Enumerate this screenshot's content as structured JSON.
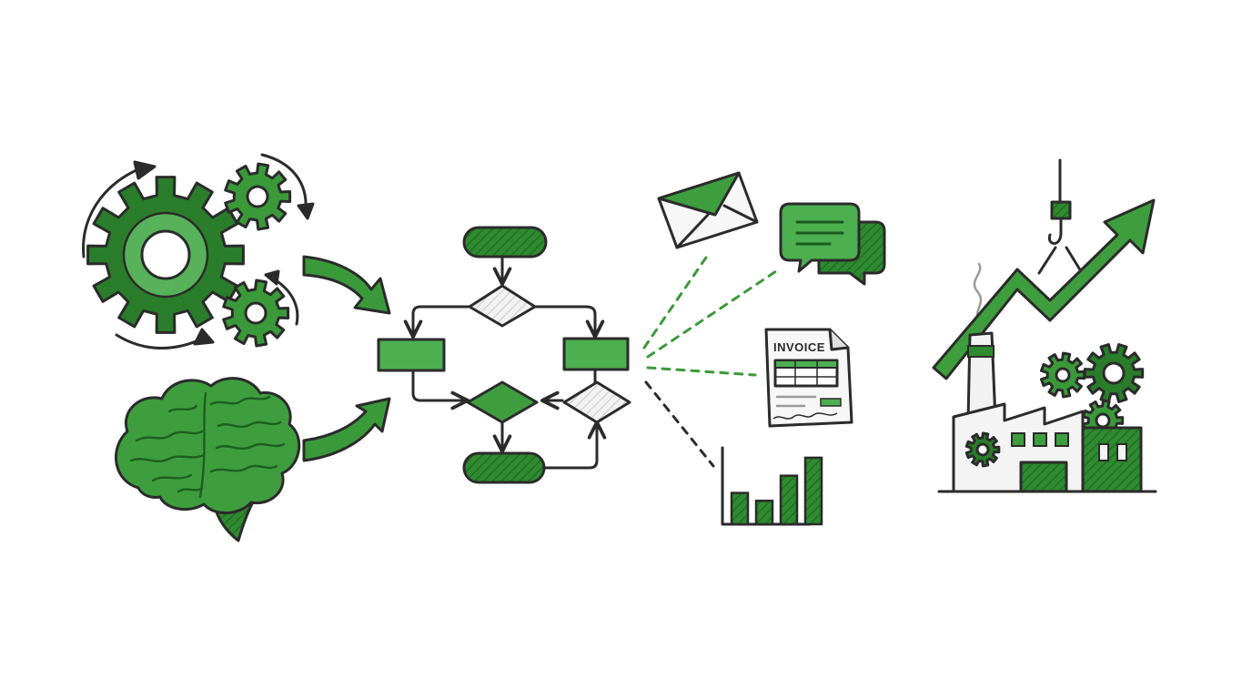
{
  "colors": {
    "green": "#3a9a3a",
    "green_dark": "#2a7d2a",
    "green_light": "#57b25a",
    "ink": "#2b2b2b",
    "paper": "#f4f4f4",
    "grey": "#e2e2e2",
    "background": "#ffffff"
  },
  "icons": {
    "gears": "gears-cycle-icon",
    "brain": "brain-icon",
    "flowchart": "flowchart-icon",
    "email": "envelope-icon",
    "chat": "chat-bubbles-icon",
    "invoice": "invoice-document-icon",
    "chart": "bar-chart-icon",
    "factory": "factory-icon",
    "growth": "growth-arrow-icon",
    "crane": "crane-hook-icon"
  },
  "invoice": {
    "heading": "INVOICE"
  },
  "bar_chart": {
    "values": [
      0.4,
      0.3,
      0.62,
      0.85
    ]
  }
}
